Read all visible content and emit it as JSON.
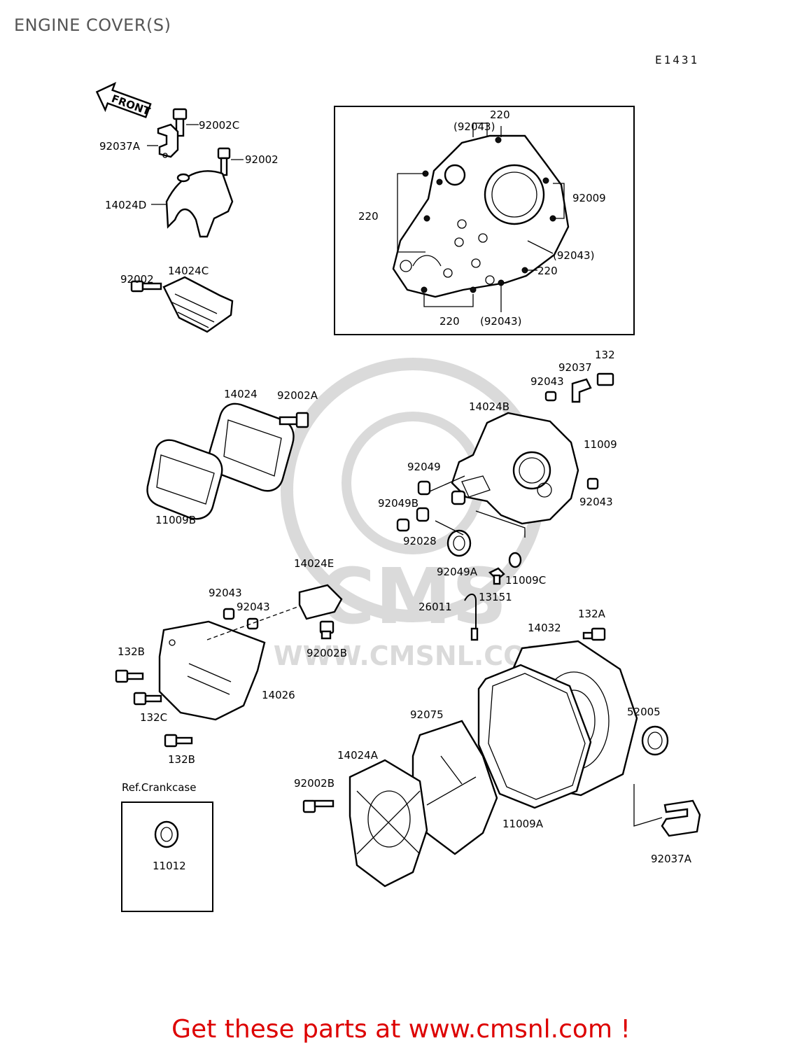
{
  "header": {
    "title": "ENGINE COVER(S)",
    "diagram_code": "E1431"
  },
  "arrow": {
    "label": "FRONT"
  },
  "labels": {
    "92002C": "92002C",
    "92037A_top": "92037A",
    "92002_top": "92002",
    "14024D": "14024D",
    "92002_mid": "92002",
    "14024C": "14024C",
    "220_a": "220",
    "92043_a": "(92043)",
    "220_b": "220",
    "92009": "92009",
    "92043_b": "(92043)",
    "220_c": "220",
    "220_d": "220",
    "92043_c": "(92043)",
    "132": "132",
    "92037": "92037",
    "92043_d": "92043",
    "14024": "14024",
    "92002A": "92002A",
    "14024B": "14024B",
    "11009": "11009",
    "92049": "92049",
    "92043_e": "92043",
    "92049B": "92049B",
    "11009B": "11009B",
    "92028": "92028",
    "92049A": "92049A",
    "11009C": "11009C",
    "14024E": "14024E",
    "13151": "13151",
    "92043_f": "92043",
    "92043_g": "92043",
    "26011": "26011",
    "132A": "132A",
    "14032": "14032",
    "132B_a": "132B",
    "92002B_a": "92002B",
    "14026": "14026",
    "132C": "132C",
    "52005": "52005",
    "92075": "92075",
    "132B_b": "132B",
    "14024A": "14024A",
    "ref_crankcase": "Ref.Crankcase",
    "92002B_b": "92002B",
    "11009A": "11009A",
    "11012": "11012",
    "92037A_bot": "92037A"
  },
  "watermark": {
    "text": "WWW.CMSNL.COM",
    "logo": "CMS"
  },
  "footer": {
    "text": "Get these parts at www.cmsnl.com !"
  },
  "colors": {
    "footer": "#dd0000",
    "line": "#000000",
    "title": "#555555"
  }
}
